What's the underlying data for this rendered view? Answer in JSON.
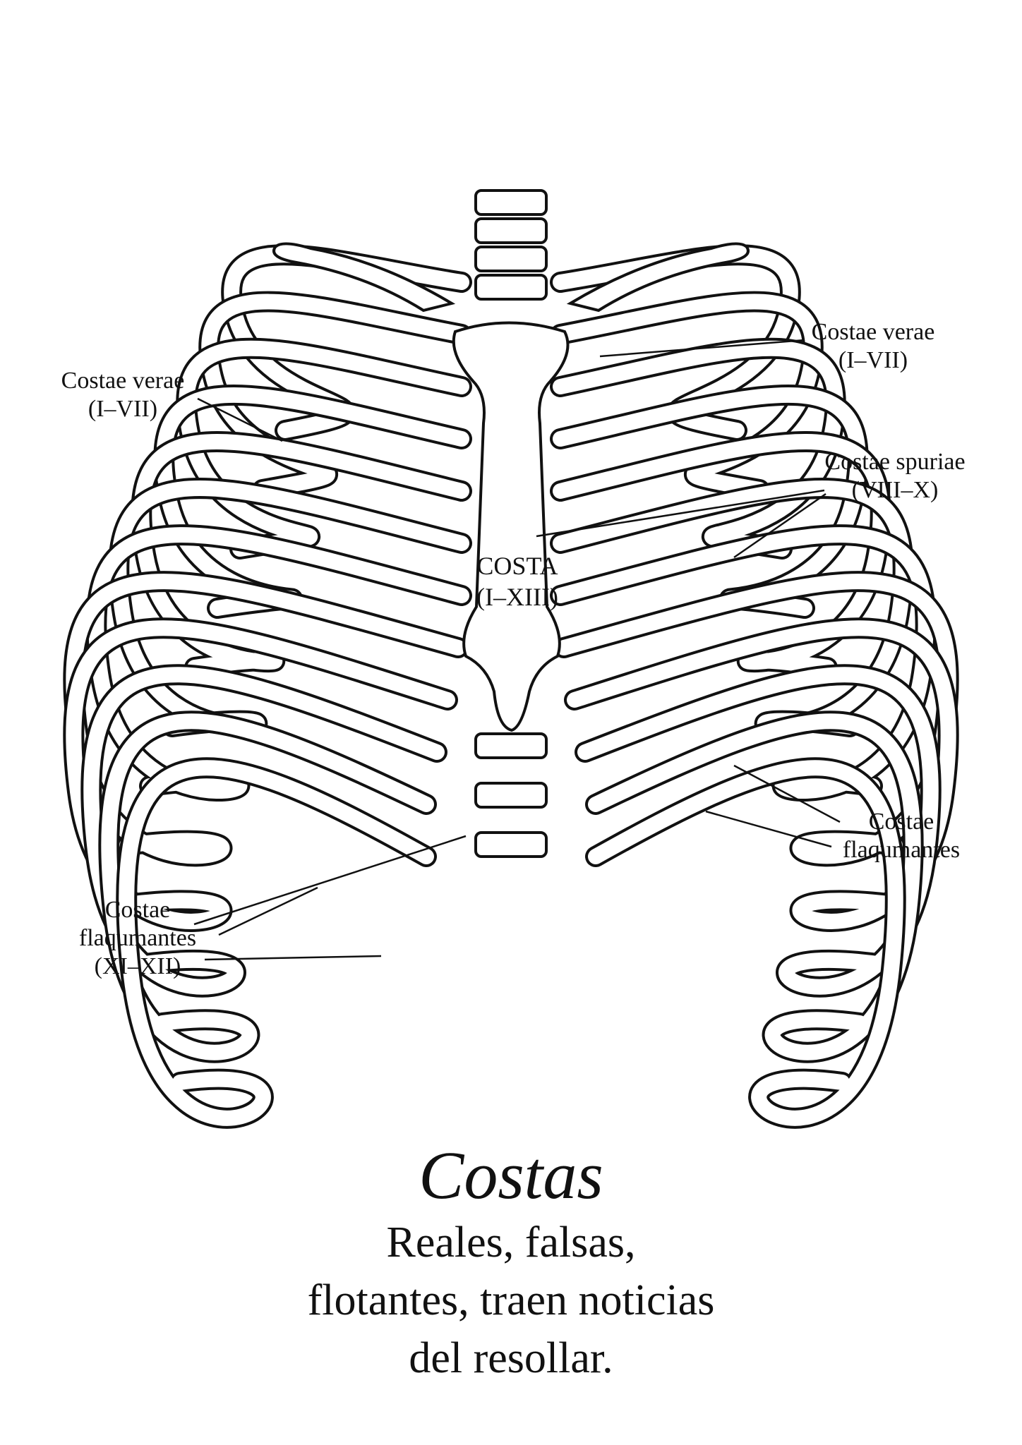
{
  "labels": {
    "left_verae": {
      "name": "Costae verae",
      "range": "(I–VII)"
    },
    "right_verae": {
      "name": "Costae verae",
      "range": "(I–VII)"
    },
    "spuriae": {
      "name": "Costae spuriae",
      "range": "(VIII–X)"
    },
    "costa": {
      "name": "COSTA",
      "range": "(I–XIII)"
    },
    "right_flaqumantes": {
      "line1": "Costae",
      "line2": "flaqumantes"
    },
    "left_flaqumantes": {
      "line1": "Costae",
      "line2": "flaqumantes",
      "range": "(XI–XII)"
    }
  },
  "title": "Costas",
  "subtitle": [
    "Reales, falsas,",
    "flotantes, traen noticias",
    "del resollar."
  ],
  "colors": {
    "ink": "#111111",
    "bone": "#ffffff"
  }
}
